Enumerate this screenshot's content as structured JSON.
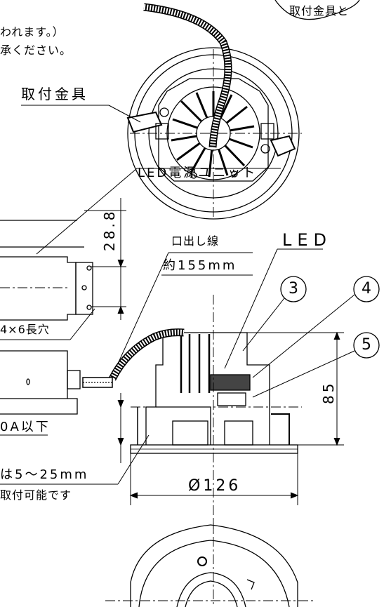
{
  "notes": {
    "line1": "取付金具と",
    "line2": "われます。）",
    "line3": "承ください。"
  },
  "labels": {
    "bracket": "取付金具",
    "power_unit": "LED電源ユニット",
    "dim_28_8": "28.8",
    "slot": "4×6長穴",
    "lead_wire": "口出し線",
    "lead_length": "約155mm",
    "led": "LED",
    "dim_85": "85",
    "current": "0A以下",
    "ceiling_thickness": "は5～25mm",
    "mountable": "取付可能です",
    "diameter": "Ø126"
  },
  "callouts": [
    "3",
    "4",
    "5"
  ]
}
